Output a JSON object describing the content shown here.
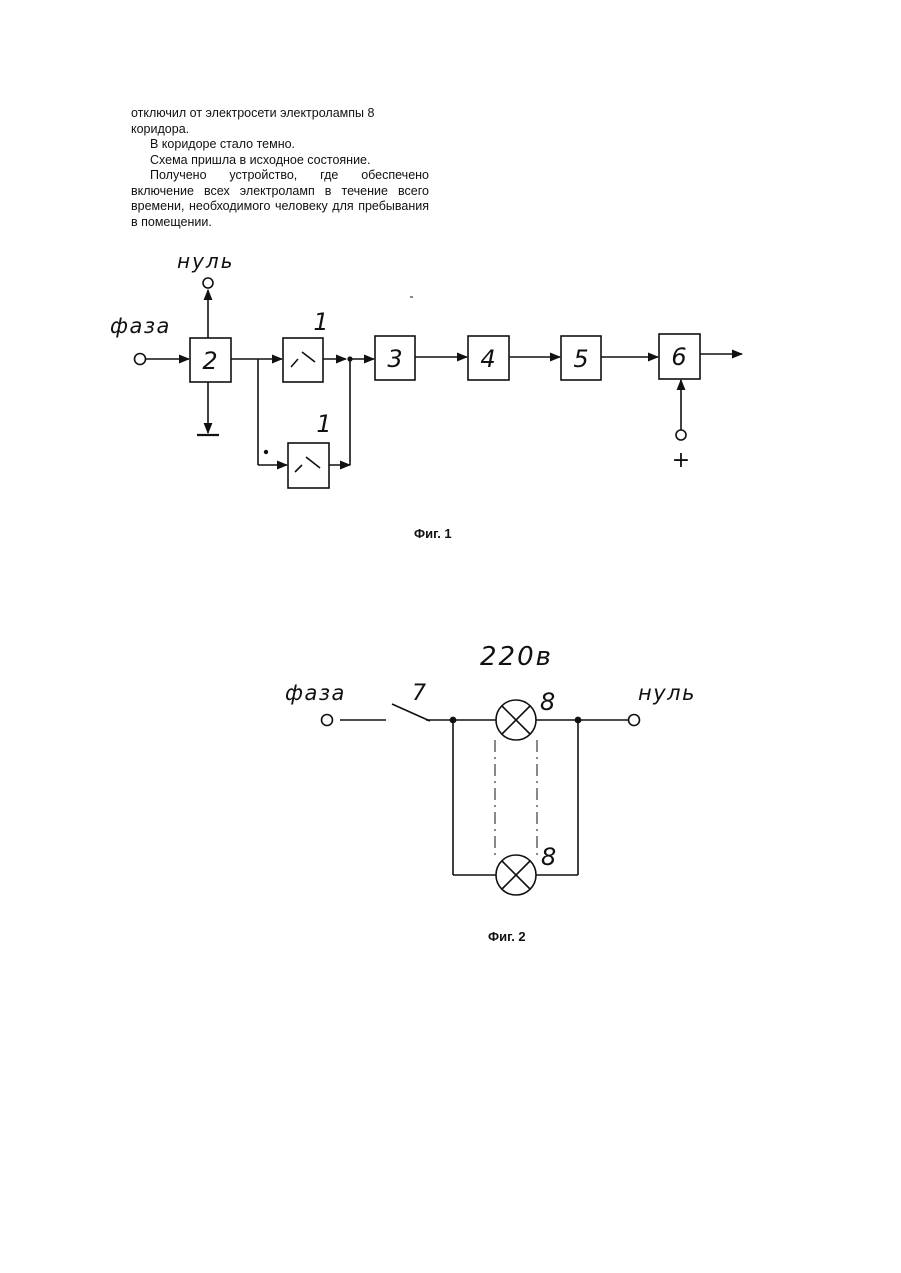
{
  "text": {
    "lines": [
      "отключил от электросети электролампы 8",
      "коридора.",
      "В коридоре стало темно.",
      "Схема пришла в исходное состояние.",
      "Получено устройство, где обеспечено",
      "включение всех электроламп в течение всего",
      "времени, необходимого человеку для пребывания",
      "в помещении."
    ]
  },
  "figure1": {
    "caption": "Фиг. 1",
    "label_null": "нуль",
    "label_phase": "фаза",
    "label_plus": "+",
    "blocks": {
      "b2": "2",
      "b1_top": "1",
      "b1_bottom": "1",
      "b3": "3",
      "b4": "4",
      "b5": "5",
      "b6": "6"
    }
  },
  "figure2": {
    "caption": "Фиг. 2",
    "label_voltage": "220в",
    "label_phase": "фаза",
    "label_null": "нуль",
    "label_switch": "7",
    "label_lamp_top": "8",
    "label_lamp_bottom": "8"
  }
}
